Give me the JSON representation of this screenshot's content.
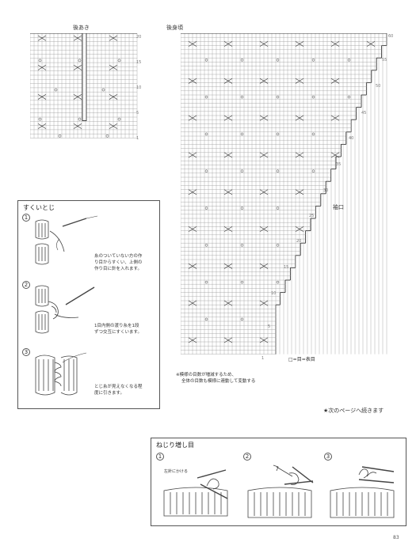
{
  "charts": {
    "back_opening_title": "後あき",
    "back_neck_title": "後身頃",
    "sleeve_opening_label": "袖口",
    "left_row_numbers": [
      "20",
      "15",
      "10",
      "5",
      "1"
    ],
    "right_row_numbers": [
      "60",
      "55",
      "50",
      "45",
      "40",
      "35",
      "30",
      "25",
      "20",
      "15",
      "10",
      "5",
      "1"
    ],
    "legend": "□=目=表目",
    "note_line1": "※模様の目数が増減するため、",
    "note_line2": "全体の目数も模様に連動して変動する"
  },
  "continue_note": "★次のページへ続きます",
  "sukui_box": {
    "title": "すくいとじ",
    "steps": [
      {
        "num": "1",
        "text1": "糸のついていない方の作",
        "text2": "り目からすくい、上側の",
        "text3": "作り目に針を入れます。"
      },
      {
        "num": "2",
        "text1": "1目内側の渡り糸を1段",
        "text2": "ずつ交互にすくいます。",
        "text3": ""
      },
      {
        "num": "3",
        "text1": "とじ糸が見えなくなる程",
        "text2": "度に引きます。",
        "text3": ""
      }
    ]
  },
  "nejiri_box": {
    "title": "ねじり増し目",
    "steps": [
      "1",
      "2",
      "3"
    ],
    "hint": "左針にかける"
  },
  "page_number": "83"
}
